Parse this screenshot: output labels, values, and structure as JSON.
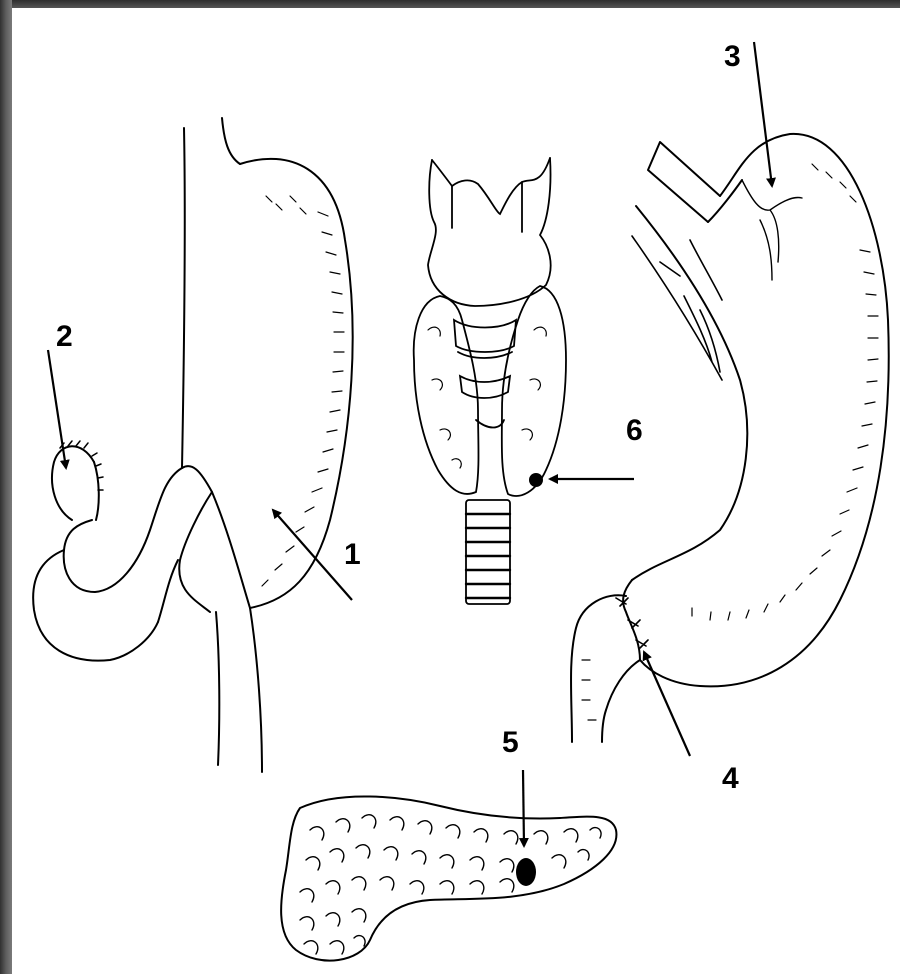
{
  "labels": {
    "l1": "1",
    "l2": "2",
    "l3": "3",
    "l4": "4",
    "l5": "5",
    "l6": "6"
  },
  "colors": {
    "frame": "#4a4a4a",
    "ink": "#000000",
    "paper": "#ffffff"
  }
}
